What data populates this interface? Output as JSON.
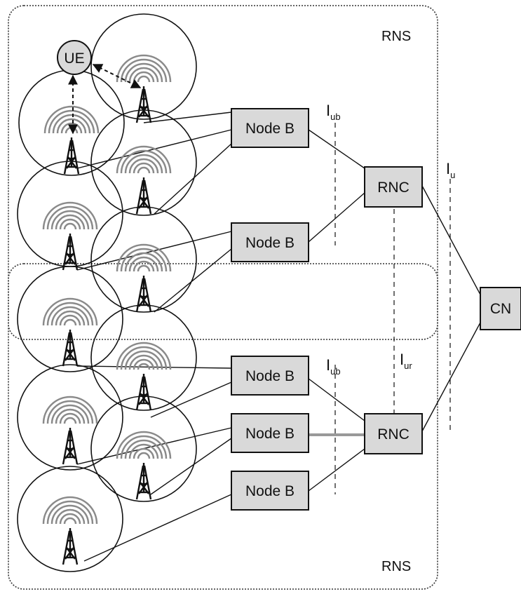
{
  "colors": {
    "box_fill": "#d9d9d9",
    "line": "#111111",
    "iur_link": "#999999",
    "background": "#ffffff"
  },
  "rns_labels": {
    "top": "RNS",
    "bottom": "RNS"
  },
  "ue": {
    "label": "UE"
  },
  "node_b": [
    {
      "label": "Node B"
    },
    {
      "label": "Node B"
    },
    {
      "label": "Node B"
    },
    {
      "label": "Node B"
    },
    {
      "label": "Node B"
    }
  ],
  "rnc": [
    {
      "label": "RNC"
    },
    {
      "label": "RNC"
    }
  ],
  "cn": {
    "label": "CN"
  },
  "interfaces": {
    "iub_top": {
      "main": "I",
      "sub": "ub"
    },
    "iub_bottom": {
      "main": "I",
      "sub": "ub"
    },
    "iu": {
      "main": "I",
      "sub": "u"
    },
    "iur": {
      "main": "I",
      "sub": "ur"
    }
  },
  "icons": {
    "cell_site": "antenna-tower-icon",
    "radio_waves": "radio-waves-icon"
  }
}
